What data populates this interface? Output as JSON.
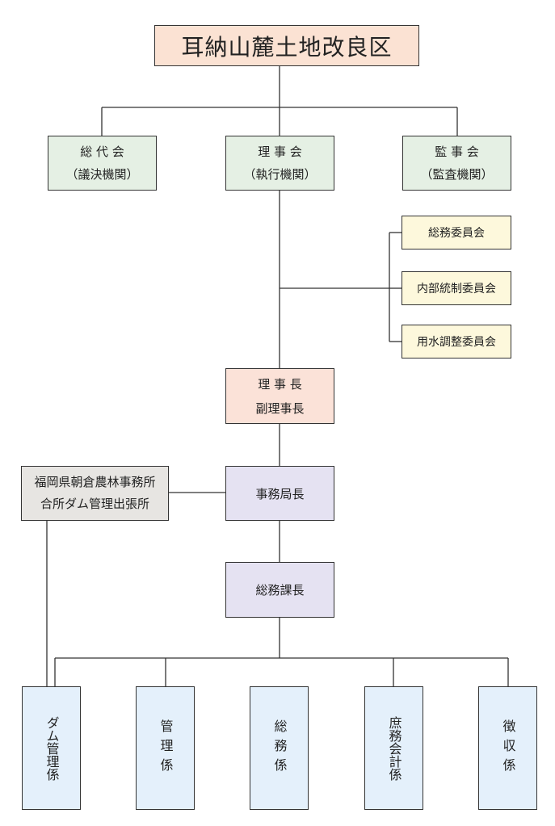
{
  "title": "耳納山麓土地改良区",
  "councils": [
    {
      "name": "総 代 会",
      "role": "（議決機関）"
    },
    {
      "name": "理 事 会",
      "role": "（執行機関）"
    },
    {
      "name": "監 事 会",
      "role": "（監査機関）"
    }
  ],
  "committees": [
    "総務委員会",
    "内部統制委員会",
    "用水調整委員会"
  ],
  "chair": {
    "line1": "理 事 長",
    "line2": "副理事長"
  },
  "external_office": {
    "line1": "福岡県朝倉農林事務所",
    "line2": "合所ダム管理出張所"
  },
  "secretary_general": "事務局長",
  "general_affairs_manager": "総務課長",
  "sections": [
    "ダム管理係",
    "管理係",
    "総務係",
    "庶務会計係",
    "徴収係"
  ]
}
